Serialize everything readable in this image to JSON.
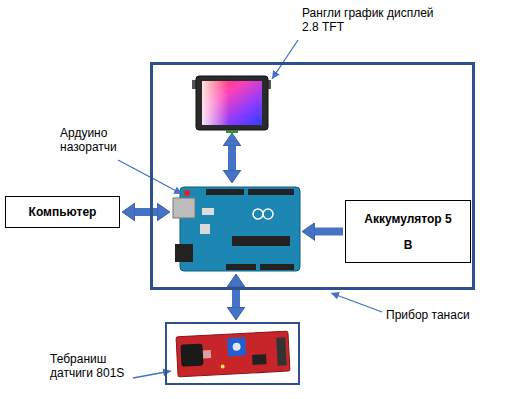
{
  "diagram": {
    "nodes": [
      {
        "text": [
          "Прибор танаси"
        ]
      },
      {
        "text": [
          "Рангли график дисплей 2.8 TFT"
        ],
        "in": 0
      },
      {
        "text": [
          "Ардуино назоратчи"
        ],
        "in": 0
      },
      {
        "text": [
          "Компьютер"
        ]
      },
      {
        "text": [
          "Аккумулятор 5 В"
        ],
        "in": 0
      },
      {
        "text": [
          "Тебраниш датчиги 801S"
        ]
      }
    ],
    "edges": [
      {
        "from": 1,
        "to": 2,
        "arrow": "both"
      },
      {
        "from": 3,
        "to": 2,
        "arrow": "both"
      },
      {
        "from": 4,
        "to": 2,
        "arrow": "to"
      },
      {
        "from": 2,
        "to": 5,
        "arrow": "both"
      }
    ]
  }
}
